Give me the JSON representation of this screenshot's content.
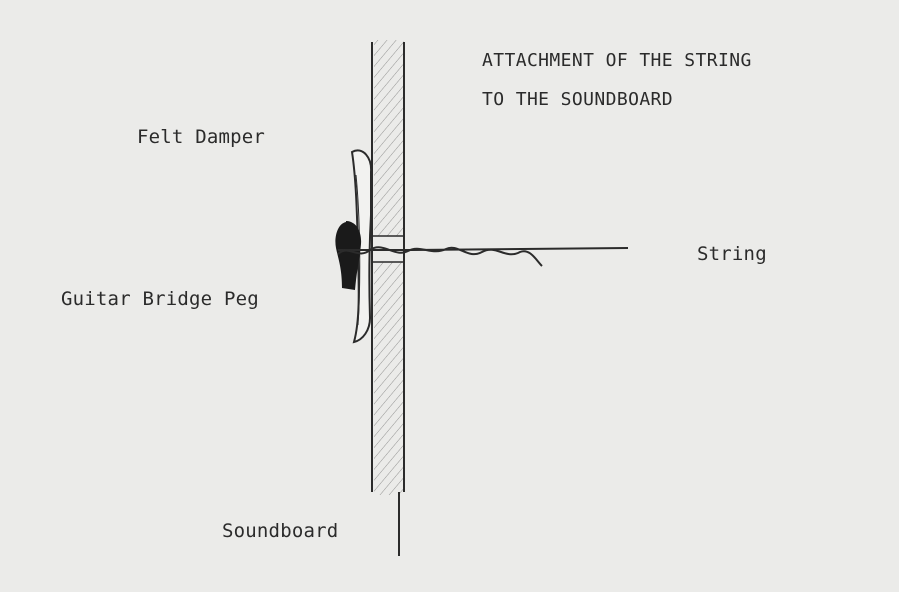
{
  "diagram": {
    "title_line_1": "ATTACHMENT OF THE STRING",
    "title_line_2": "TO THE SOUNDBOARD",
    "labels": {
      "felt_damper": "Felt Damper",
      "string": "String",
      "guitar_bridge_peg": "Guitar Bridge Peg",
      "soundboard": "Soundboard"
    }
  },
  "colors": {
    "background": "#ebebe9",
    "ink": "#2b2b2b",
    "peg": "#1a1a1a"
  }
}
